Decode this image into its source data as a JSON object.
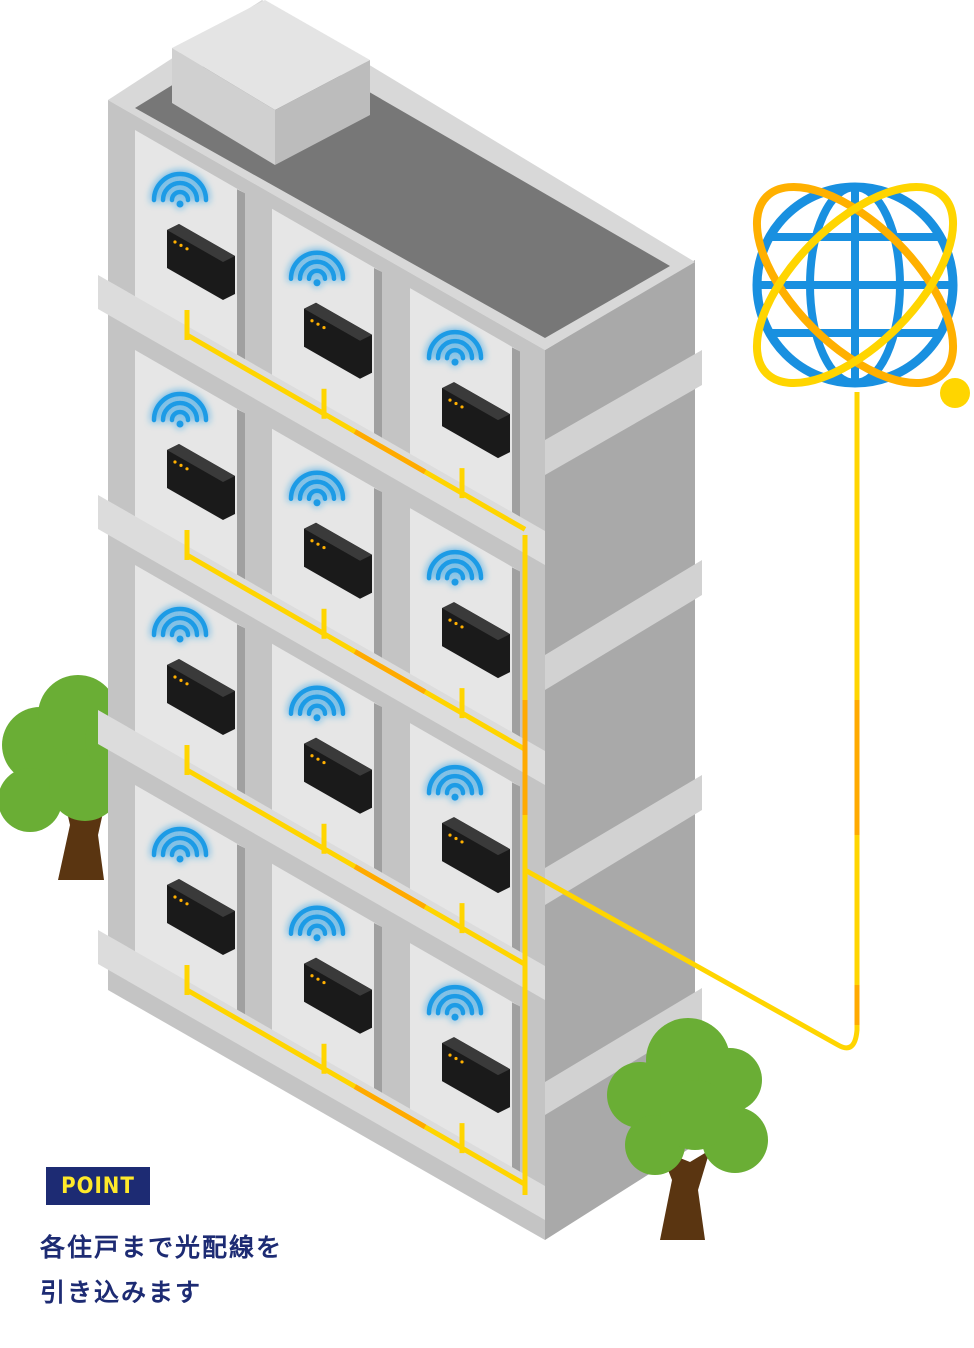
{
  "callout": {
    "badge": "POINT",
    "lines": [
      "各住戸まで光配線を",
      "引き込みます"
    ]
  },
  "colors": {
    "fiber_yellow": "#ffd500",
    "fiber_orange": "#ffaa00",
    "wifi_blue": "#1e9be6",
    "globe_blue": "#1990e0",
    "orbit_orange": "#ffb000",
    "building_light": "#dcdcdc",
    "building_mid": "#bfbfbf",
    "building_dark": "#a9a9a9",
    "roof_top": "#767676",
    "router_black": "#1a1a1a",
    "tree_green": "#6aae35",
    "tree_trunk": "#5a3511",
    "badge_bg": "#1d2b73",
    "badge_text": "#ffe92a"
  },
  "icons": {
    "globe": "globe-icon",
    "wifi": "wifi-icon",
    "router": "router-icon",
    "tree": "tree-icon"
  },
  "floors": 4,
  "units_per_floor": 3
}
